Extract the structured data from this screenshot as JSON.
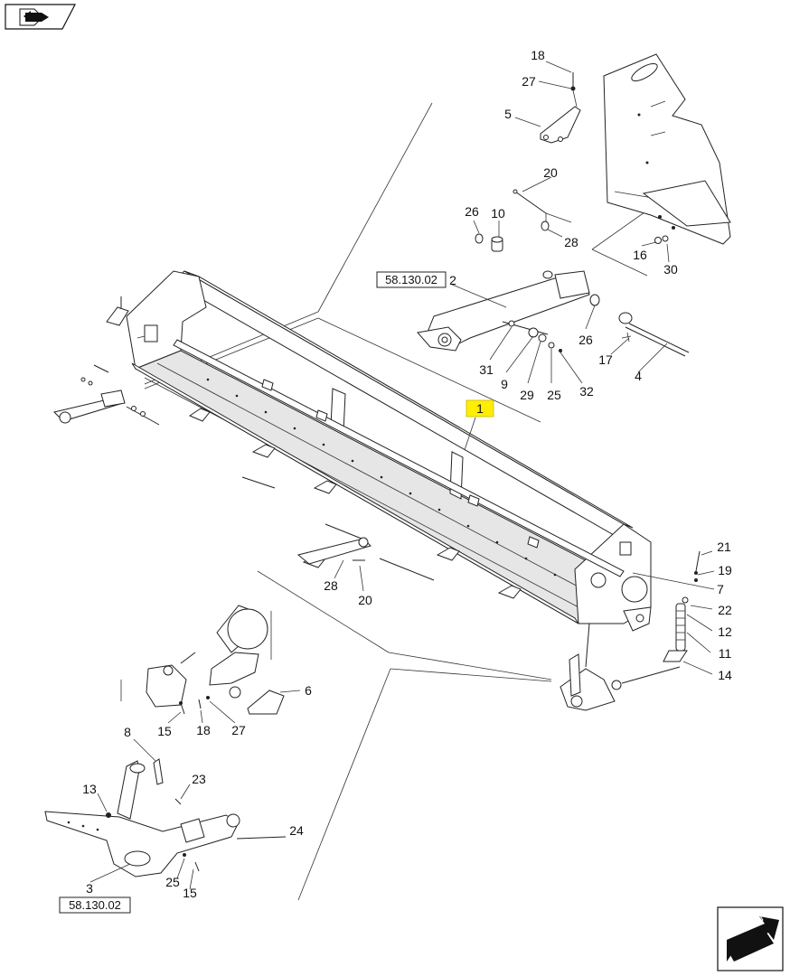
{
  "navigation": {
    "prev_icon": "back-arrow-icon",
    "next_icon": "next-arrow-icon"
  },
  "highlight": {
    "label": "1",
    "color": "#ffee00"
  },
  "reference_boxes": [
    "58.130.02",
    "58.130.02"
  ],
  "callouts": [
    "18",
    "27",
    "5",
    "20",
    "26",
    "10",
    "28",
    "16",
    "30",
    "2",
    "26",
    "31",
    "9",
    "29",
    "25",
    "32",
    "17",
    "4",
    "21",
    "19",
    "7",
    "22",
    "12",
    "11",
    "14",
    "28",
    "20",
    "6",
    "15",
    "18",
    "27",
    "8",
    "23",
    "13",
    "24",
    "3",
    "25",
    "15"
  ]
}
